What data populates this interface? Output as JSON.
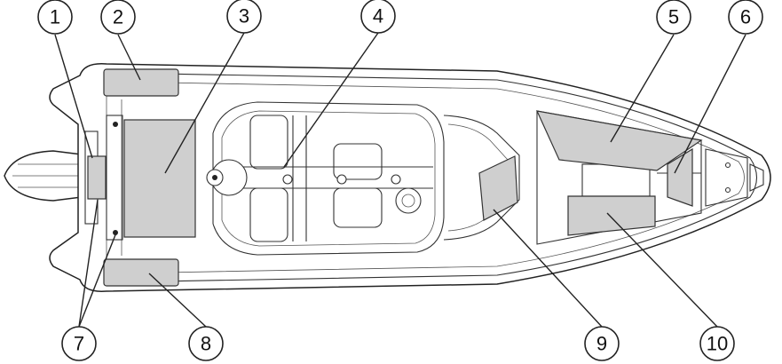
{
  "callouts": [
    {
      "id": "1",
      "label": "1"
    },
    {
      "id": "2",
      "label": "2"
    },
    {
      "id": "3",
      "label": "3"
    },
    {
      "id": "4",
      "label": "4"
    },
    {
      "id": "5",
      "label": "5"
    },
    {
      "id": "6",
      "label": "6"
    },
    {
      "id": "7",
      "label": "7"
    },
    {
      "id": "8",
      "label": "8"
    },
    {
      "id": "9",
      "label": "9"
    },
    {
      "id": "10",
      "label": "10"
    }
  ],
  "colors": {
    "zone_fill": "#cfcfcf",
    "line": "#222222",
    "background": "#ffffff"
  }
}
